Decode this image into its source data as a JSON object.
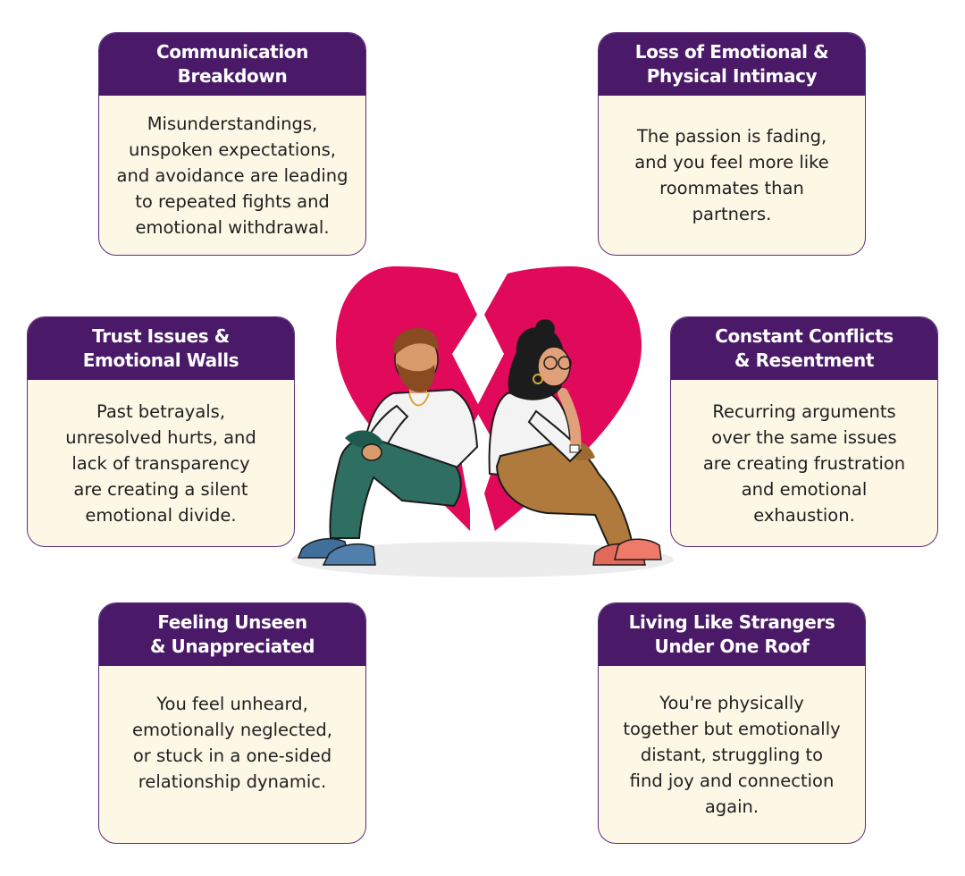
{
  "cards": [
    {
      "title": [
        "Communication",
        "Breakdown"
      ],
      "body": [
        "Misunderstandings,",
        "unspoken expectations,",
        "and avoidance are leading",
        "to repeated fights and",
        "emotional withdrawal."
      ]
    },
    {
      "title": [
        "Loss of Emotional &",
        "Physical Intimacy"
      ],
      "body": [
        "The passion is fading,",
        "and you feel more like",
        "roommates than",
        "partners."
      ]
    },
    {
      "title": [
        "Trust Issues &",
        "Emotional Walls"
      ],
      "body": [
        "Past betrayals,",
        "unresolved hurts, and",
        "lack of transparency",
        "are creating a silent",
        "emotional divide."
      ]
    },
    {
      "title": [
        "Constant Conflicts",
        "& Resentment"
      ],
      "body": [
        "Recurring arguments",
        "over the same issues",
        "are creating frustration",
        "and emotional",
        "exhaustion."
      ]
    },
    {
      "title": [
        "Feeling Unseen",
        "& Unappreciated"
      ],
      "body": [
        "You feel unheard,",
        "emotionally neglected,",
        "or stuck in a one-sided",
        "relationship dynamic."
      ]
    },
    {
      "title": [
        "Living Like Strangers",
        "Under One Roof"
      ],
      "body": [
        "You're physically",
        "together but emotionally",
        "distant, struggling to",
        "find joy and connection",
        "again."
      ]
    }
  ],
  "colors": {
    "header": "#4a1a68",
    "card_bg": "#fdf8e6",
    "border": "#5a2a7a",
    "heart": "#e0095a"
  },
  "illustration": {
    "icon": "broken-heart-couple-icon"
  }
}
